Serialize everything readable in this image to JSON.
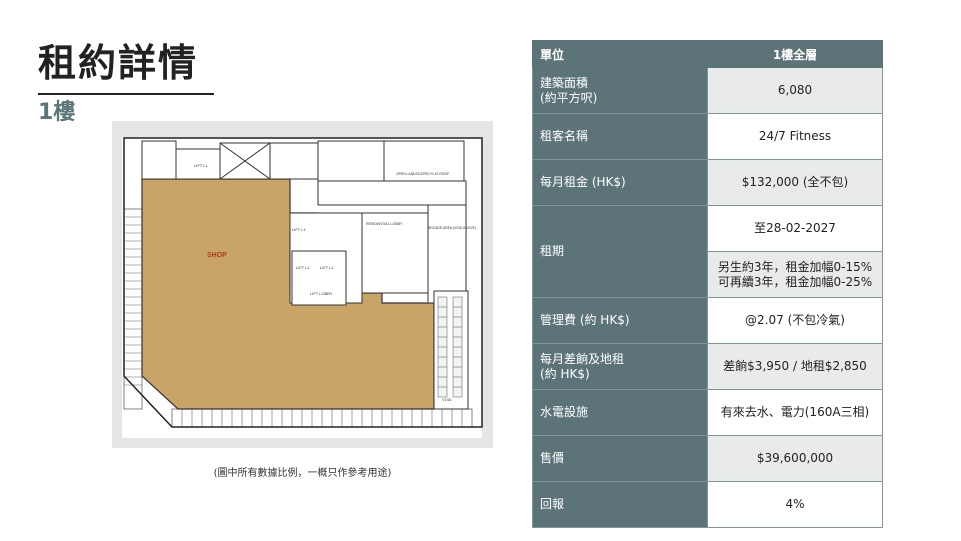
{
  "header": {
    "title": "租約詳情",
    "subtitle": "1樓"
  },
  "floorplan": {
    "labels": {
      "shop": "SHOP",
      "lift_1": "LIFT L1",
      "lift_2": "LIFT L1",
      "lift_3": "LIFT L1",
      "lift_4": "LIFT L1",
      "lift_lobby": "LIFT LOBBY",
      "residential_lobby": "RESIDENTIAL LOBBY",
      "open_roof": "OPEN LANDSCAPED FLAT ROOF",
      "arcade": "ARCADE AREA (VOID ABOVE)",
      "void": "VOID"
    },
    "colors": {
      "shop": "#c8a466",
      "background": "#e3e5e6"
    },
    "caption": "(圖中所有數據比例，一概只作參考用途)"
  },
  "table": {
    "header_label": "單位",
    "header_value": "1樓全層",
    "rows": [
      {
        "label": "建築面積\n(約平方呎)",
        "value": "6,080"
      },
      {
        "label": "租客名稱",
        "value": "24/7 Fitness"
      },
      {
        "label": "每月租金 (HK$)",
        "value": "$132,000 (全不包)"
      },
      {
        "label": "租期",
        "value": "至28-02-2027",
        "value2": "另生約3年，租金加幅0-15%\n可再續3年，租金加幅0-25%"
      },
      {
        "label": "管理費 (約 HK$)",
        "value": "@2.07 (不包冷氣)"
      },
      {
        "label": "每月差餉及地租\n(約 HK$)",
        "value": "差餉$3,950 / 地租$2,850"
      },
      {
        "label": "水電設施",
        "value": "有來去水、電力(160A三相)"
      },
      {
        "label": "售價",
        "value": "$39,600,000"
      },
      {
        "label": "回報",
        "value": "4%"
      }
    ],
    "colors": {
      "label_bg": "#5c7478",
      "shade_bg": "#e9ebeb"
    }
  }
}
